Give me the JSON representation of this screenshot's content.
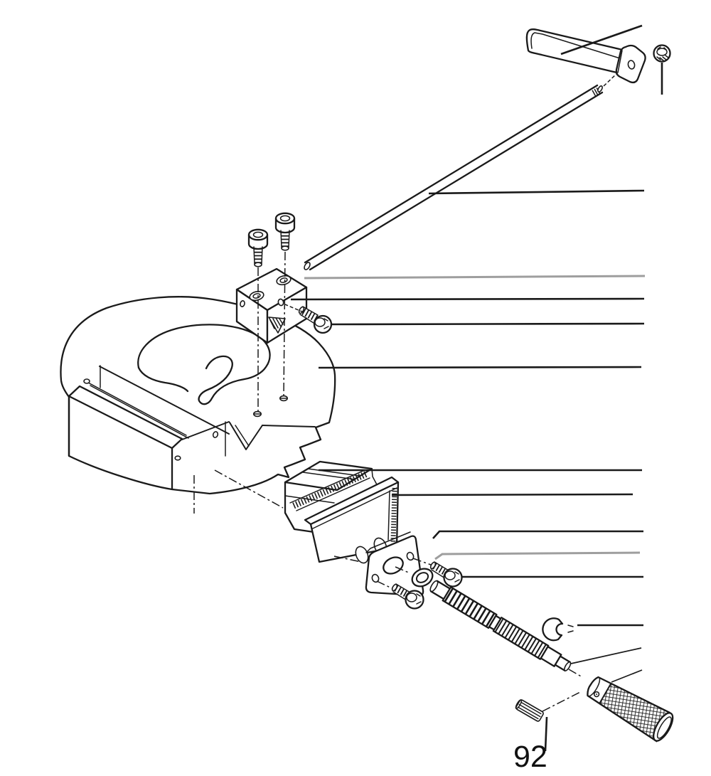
{
  "figure": {
    "label": "92"
  },
  "colors": {
    "ink": "#1a1a1a",
    "gray_leader": "#9e9e9e",
    "paper": "#ffffff"
  },
  "diagram": {
    "type": "exploded-parts-drawing",
    "description": "Exploded isometric line drawing of a circular vise assembly with feed screw and handle",
    "parts": [
      {
        "id": "clamp-lever",
        "leader": true
      },
      {
        "id": "flange-nut",
        "leader": true
      },
      {
        "id": "clamp-rod",
        "leader": true
      },
      {
        "id": "cap-screw-a",
        "leader": false
      },
      {
        "id": "cap-screw-b",
        "leader": false
      },
      {
        "id": "rod-holder-block",
        "leader": true
      },
      {
        "id": "set-screw",
        "leader": true
      },
      {
        "id": "circular-vise-base",
        "leader": true
      },
      {
        "id": "sliding-jaw",
        "leader": true
      },
      {
        "id": "movable-jaw",
        "leader": true
      },
      {
        "id": "end-plate",
        "leader": true
      },
      {
        "id": "washer",
        "leader": true,
        "leader_color": "gray"
      },
      {
        "id": "rod-assembly-ref",
        "leader": true,
        "leader_color": "gray"
      },
      {
        "id": "cap-screw-d",
        "leader": true
      },
      {
        "id": "cap-screw-e",
        "leader": false
      },
      {
        "id": "feed-screw",
        "leader": true
      },
      {
        "id": "e-ring",
        "leader": true
      },
      {
        "id": "grip-handle",
        "leader": true
      },
      {
        "id": "spring-pin",
        "leader": true,
        "label": "92"
      }
    ]
  }
}
